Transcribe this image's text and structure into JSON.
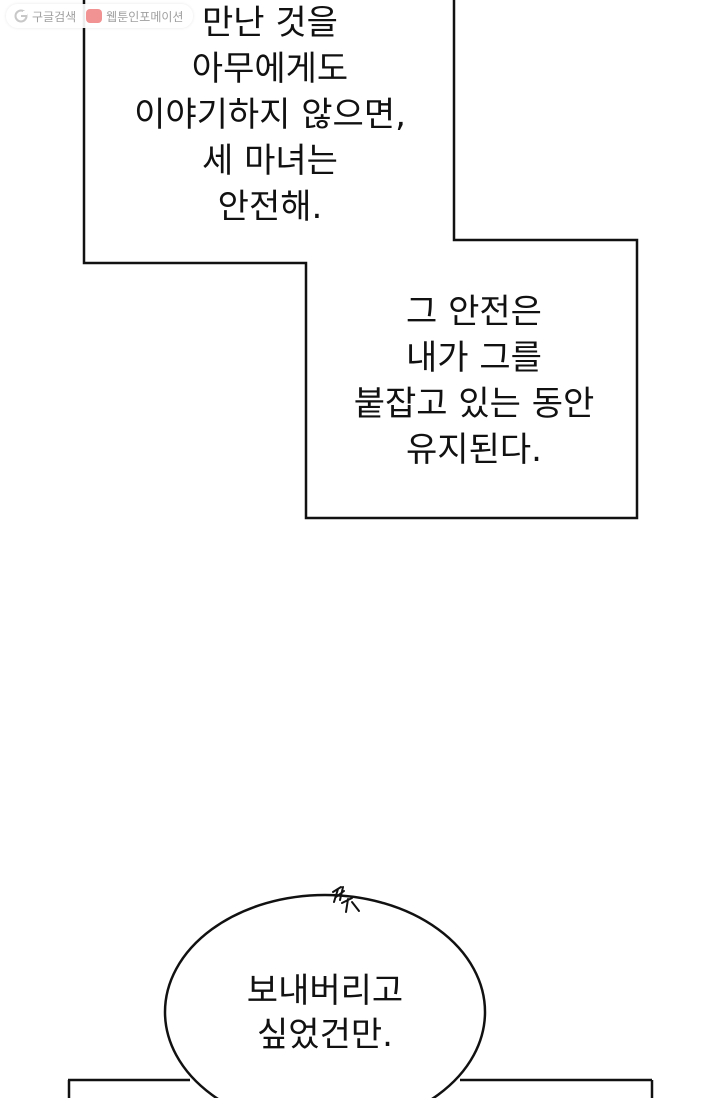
{
  "watermark": {
    "google_label": "구글검색",
    "webtoon_label": "웹툰인포메이션",
    "google_icon": "google-g-icon",
    "webtoon_icon": "webtoon-badge-icon"
  },
  "panels": {
    "panel_1": {
      "text": "만난 것을\n아무에게도\n이야기하지 않으면,\n세 마녀는\n안전해."
    },
    "panel_2": {
      "text": "그 안전은\n내가 그를\n붙잡고 있는 동안\n유지된다."
    }
  },
  "bubble": {
    "text": "보내버리고\n싶었건만.",
    "sfx": "꽉"
  },
  "colors": {
    "line": "#111111",
    "background": "#ffffff"
  }
}
